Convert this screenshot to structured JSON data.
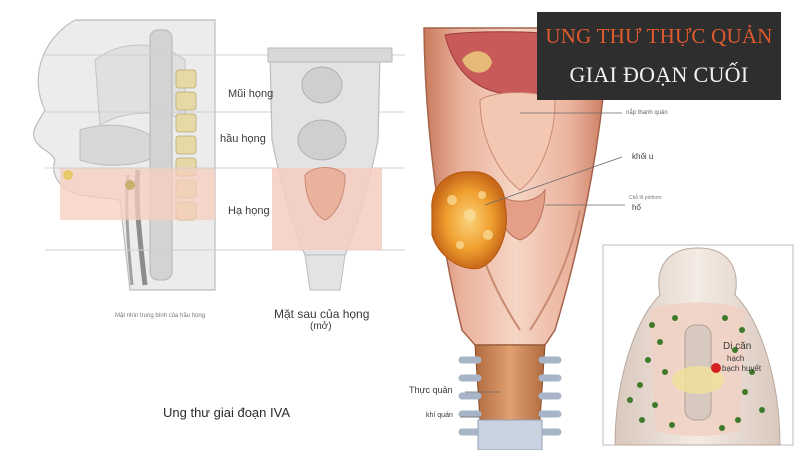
{
  "banner": {
    "line1": "UNG THƯ THỰC QUẢN",
    "line2": "GIAI ĐOẠN CUỐI",
    "accent_color": "#e05a2e",
    "background_color": "#2e2e2e"
  },
  "left_panel": {
    "labels": {
      "nasopharynx": "Mũi họng",
      "oropharynx": "hầu họng",
      "hypopharynx": "Hạ họng",
      "sagittal_caption": "Mặt nhìn trung bình của hầu họng",
      "posterior_caption": "Mặt sau của họng",
      "posterior_sub": "(mở)",
      "stage_caption": "Ung thư giai đoạn IVA"
    }
  },
  "center_panel": {
    "labels": {
      "epiglottis": "nắp thanh quản",
      "tumor": "khối u",
      "fossa_small": "Chỗ lõ piriform",
      "fossa": "hố",
      "esophagus": "Thực quản",
      "trachea": "khí quản"
    }
  },
  "right_panel": {
    "labels": {
      "metastasis_1": "Di căn",
      "metastasis_2": "hạch",
      "metastasis_3": "bạch huyết"
    }
  },
  "colors": {
    "highlight_band": "#f7cfc4",
    "tumor": "#f0a030",
    "tissue": "#e9a48a",
    "lymph_node": "#3f7a2a"
  }
}
